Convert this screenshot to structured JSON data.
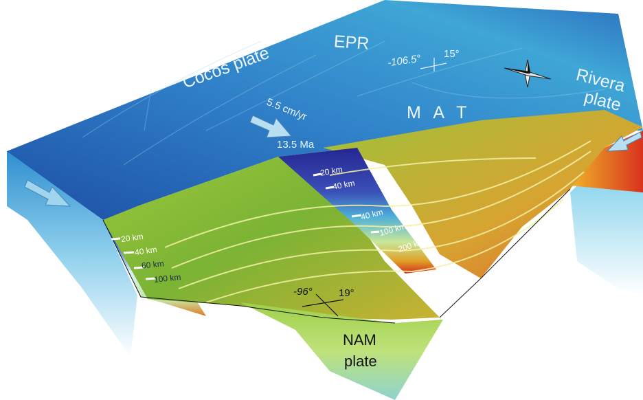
{
  "labels": {
    "cocos_plate": "Cocos plate",
    "epr": "EPR",
    "mat": "M A T",
    "rivera_line1": "Rivera",
    "rivera_line2": "plate",
    "nam_line1": "NAM",
    "nam_line2": "plate",
    "rate": "5.5 cm/yr",
    "age": "13.5 Ma",
    "lon_north": "-106.5°",
    "lat_north": "15°",
    "lon_south": "-96°",
    "lat_south": "19°"
  },
  "depth_left": [
    "20 km",
    "40 km",
    "60 km",
    "100 km"
  ],
  "depth_center": [
    "20 km",
    "40 km",
    "40 km",
    "100 km",
    "200 km"
  ],
  "icons": [
    "north-arrow-icon",
    "convergence-arrow-icon",
    "plate-motion-arrow-icon"
  ],
  "colors": {
    "ocean_deep": "#1f56a8",
    "ocean_shallow": "#4fb3d9",
    "land_green": "#7cbf3a",
    "land_yellow": "#d9c23a",
    "slab_red": "#d8321e",
    "depth_purple": "#3c2ea0"
  }
}
